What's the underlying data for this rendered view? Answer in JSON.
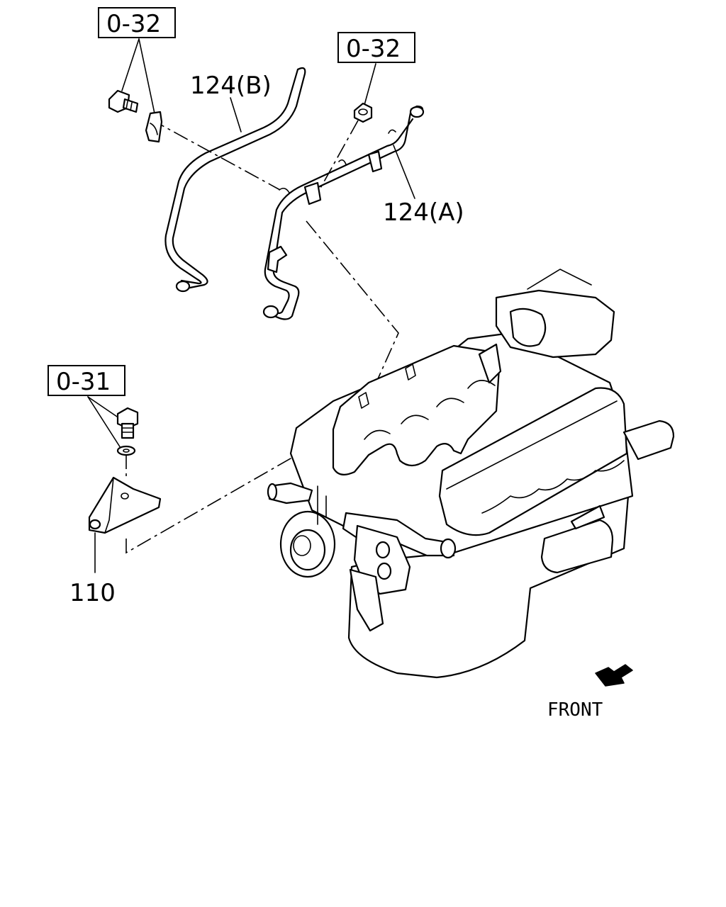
{
  "labels": {
    "ref_top_left": "0-32",
    "ref_top_right": "0-32",
    "ref_bracket": "0-31",
    "part_pipe_b": "124(B)",
    "part_pipe_a": "124(A)",
    "part_bracket": "110",
    "direction": "FRONT"
  },
  "icons": {
    "front_arrow": "front-arrow-icon"
  }
}
